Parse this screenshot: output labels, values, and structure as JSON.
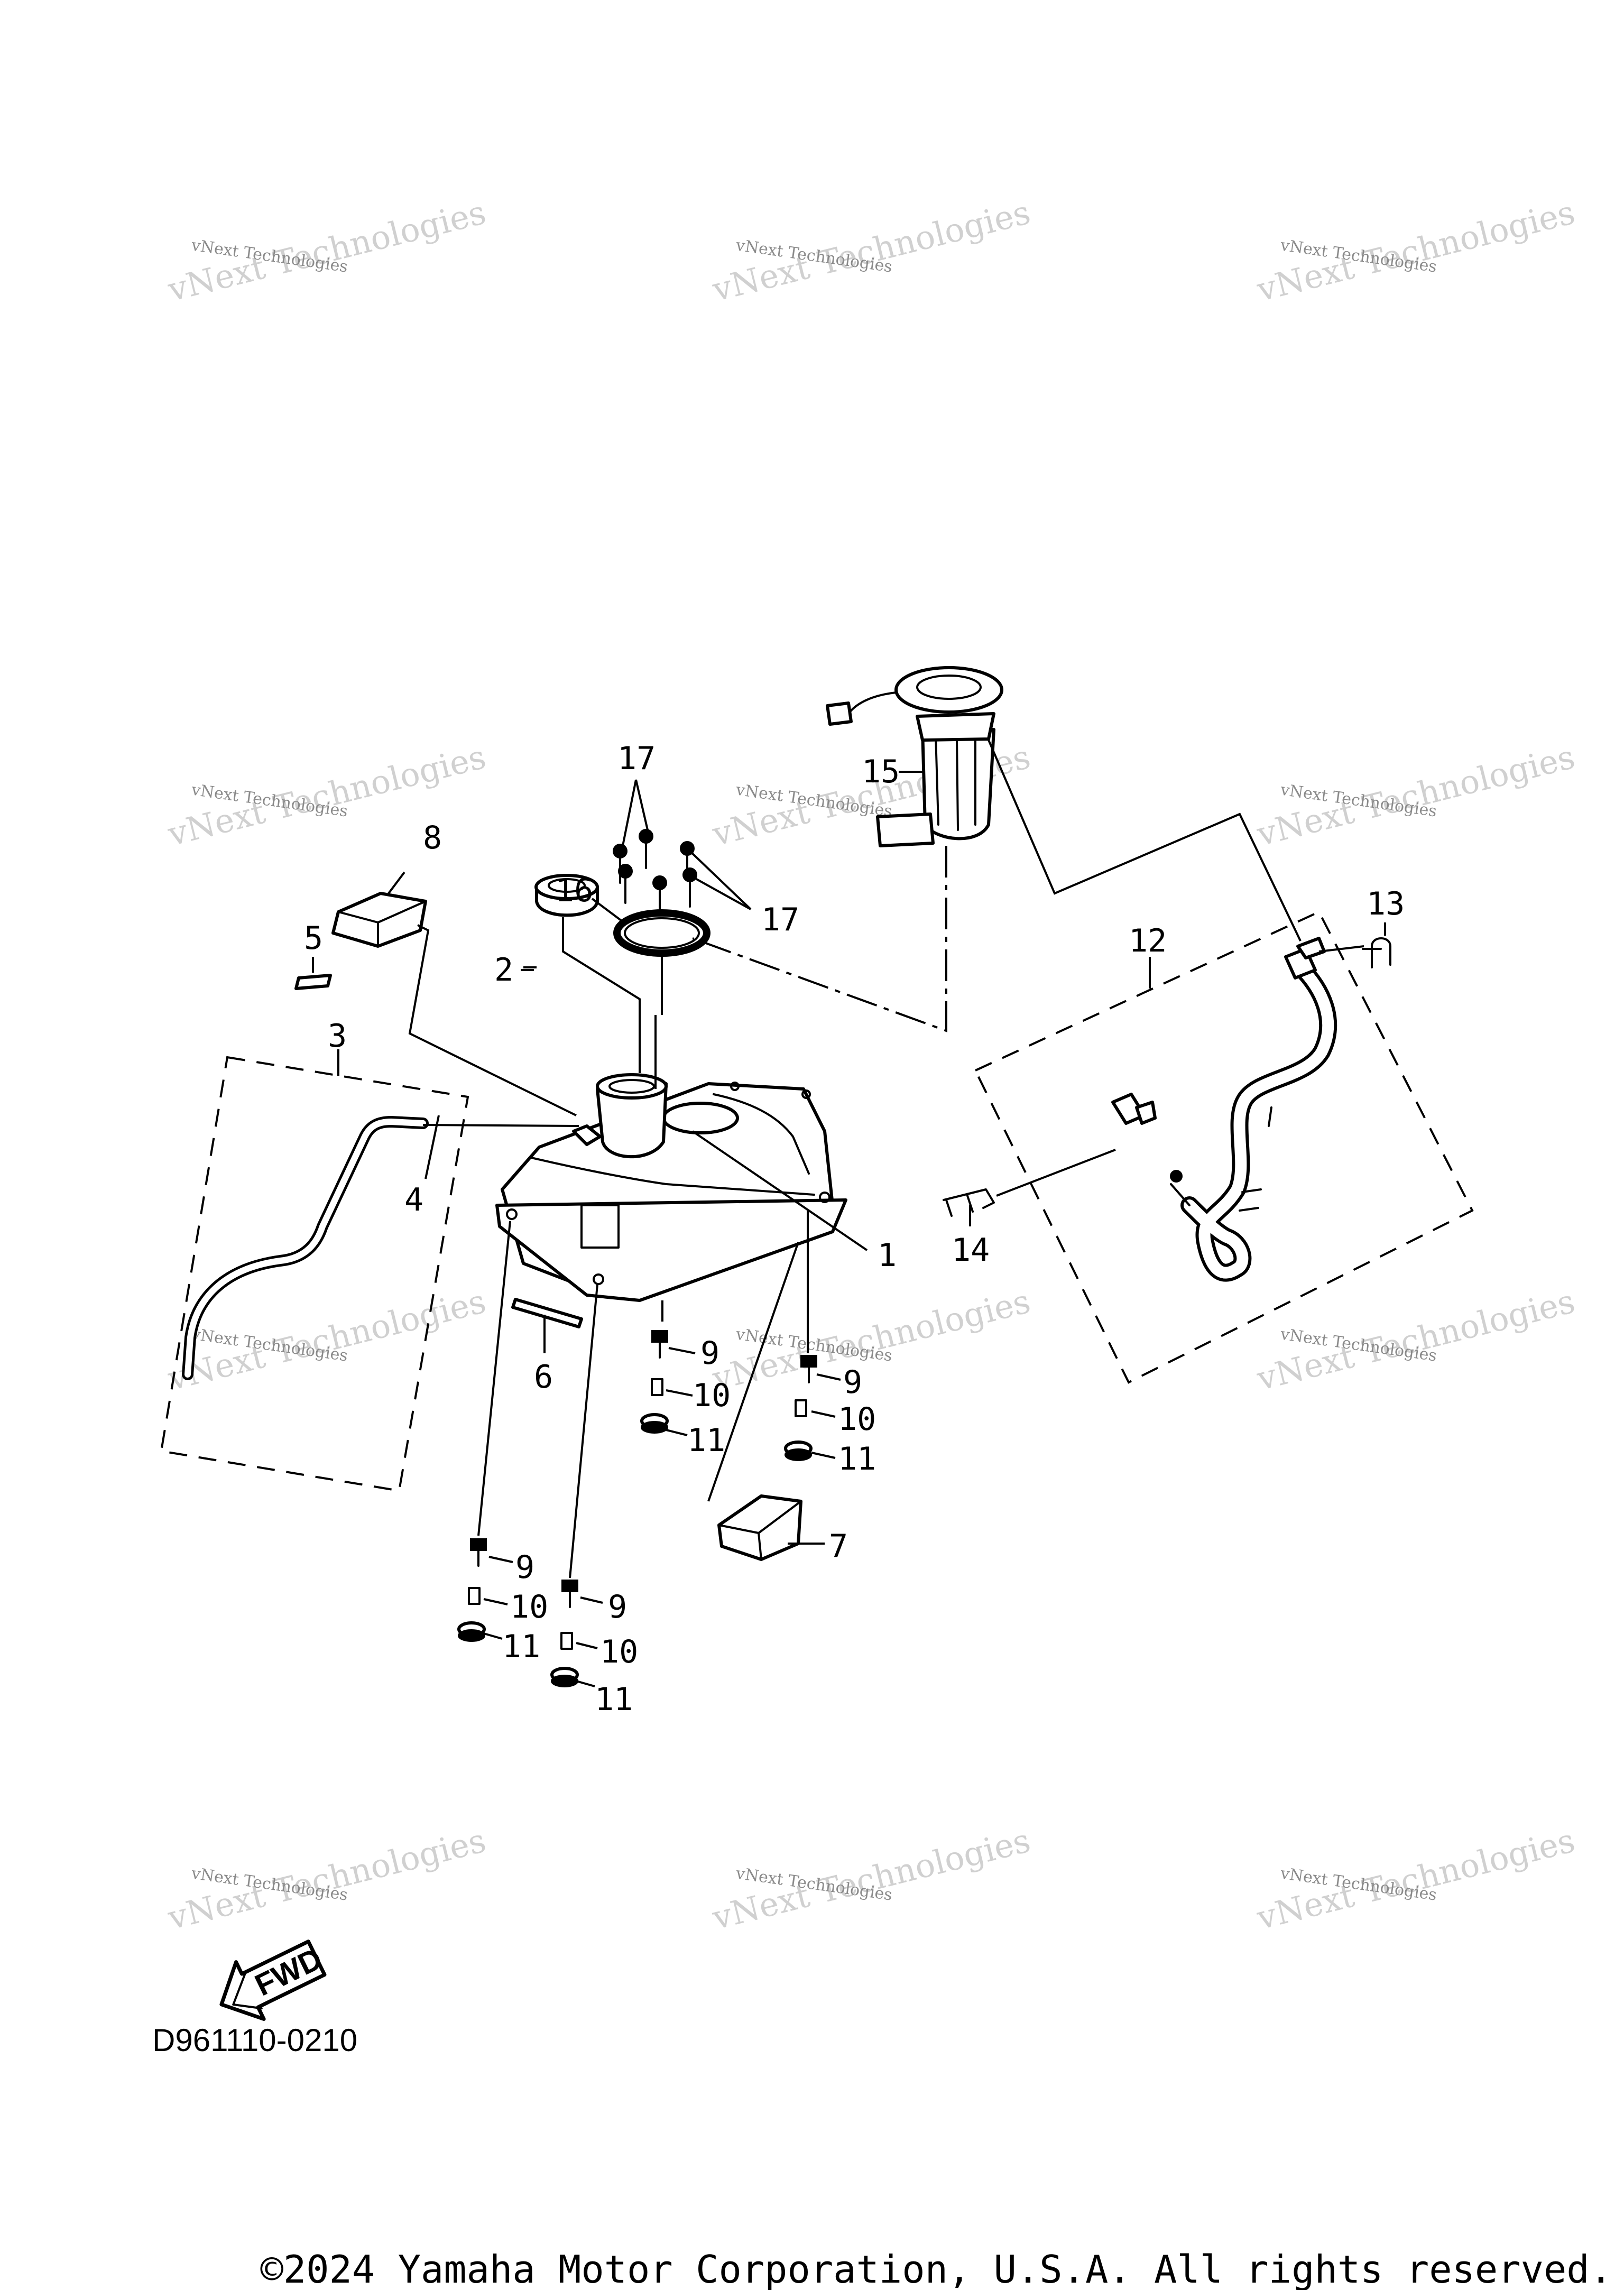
{
  "diagram": {
    "diagram_code": "D961110-0210",
    "copyright": "©2024 Yamaha Motor Corporation, U.S.A. All rights reserved.",
    "fwd_label": "FWD",
    "watermark": {
      "line1": "vNext Technologies",
      "line2": "vNext Technologies"
    },
    "callouts": [
      "1",
      "2",
      "3",
      "4",
      "5",
      "6",
      "7",
      "8",
      "9",
      "10",
      "11",
      "12",
      "13",
      "14",
      "15",
      "16",
      "17"
    ]
  }
}
